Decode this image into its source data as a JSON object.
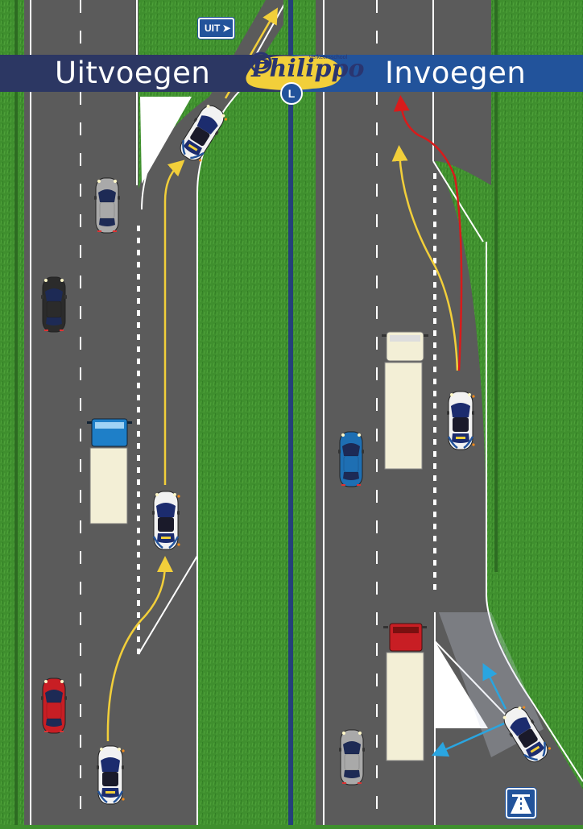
{
  "titles": {
    "left": "Uitvoegen",
    "right": "Invoegen"
  },
  "logo": {
    "word": "Philippo",
    "subtitle": "verkeersschool",
    "badge": "L"
  },
  "signs": {
    "exit": "UIT",
    "motorway": "motorway-sign-icon"
  },
  "colors": {
    "grass": "#3f8f2e",
    "asphalt": "#5b5b5b",
    "banner_left": "#2c3763",
    "banner_right": "#22539b",
    "divider": "#24407a",
    "path_yellow": "#f2cf3a",
    "path_red": "#d81b1b",
    "mirror_blue": "#2aa5e0",
    "car_white": "#f2f2f2",
    "car_silver": "#a9a9a9",
    "car_black": "#2b2b2b",
    "car_red": "#c81e24",
    "car_blue": "#1e6fb3",
    "truck_blue_cab": "#1e7fc8",
    "truck_red_cab": "#c81e24",
    "trailer": "#f3efd6"
  }
}
